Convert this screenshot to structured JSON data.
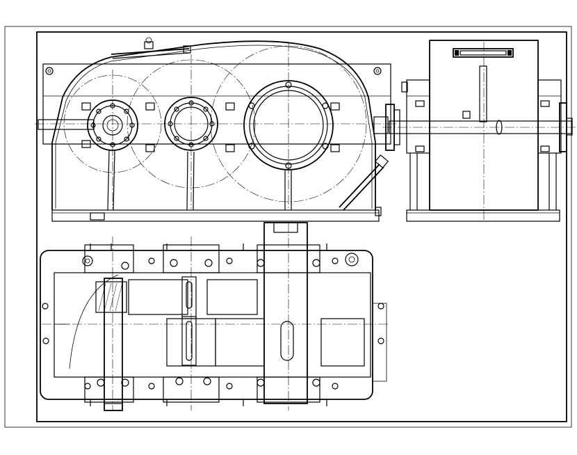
{
  "drawing": {
    "views": [
      "front-view",
      "side-view",
      "top-view"
    ],
    "colors": {
      "line": "#000000",
      "paper": "#ffffff"
    }
  }
}
